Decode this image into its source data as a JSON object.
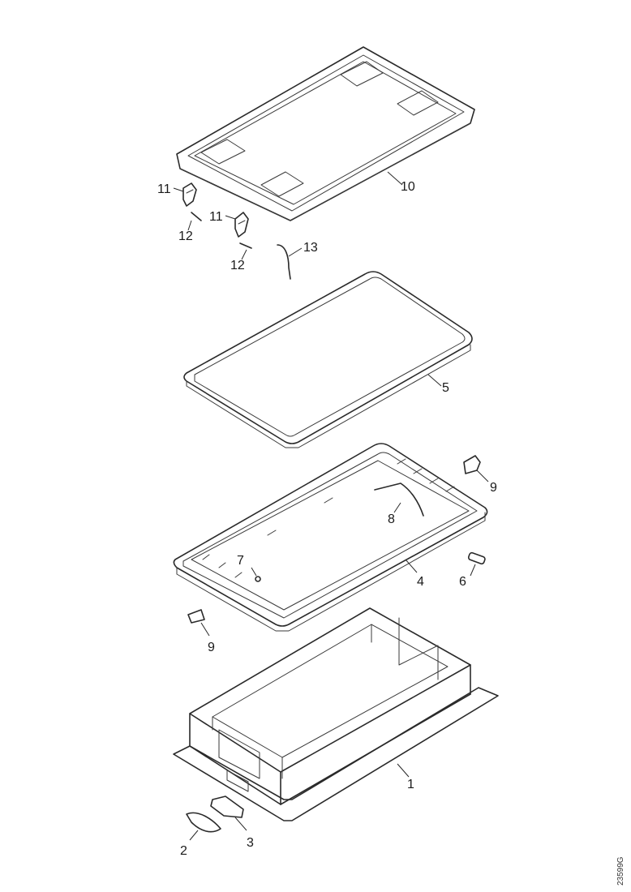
{
  "callouts": {
    "p1": "1",
    "p2": "2",
    "p3": "3",
    "p4": "4",
    "p5": "5",
    "p6": "6",
    "p7": "7",
    "p8": "8",
    "p9a": "9",
    "p9b": "9",
    "p10": "10",
    "p11a": "11",
    "p11b": "11",
    "p12a": "12",
    "p12b": "12",
    "p13": "13"
  },
  "document_number": "23599G"
}
